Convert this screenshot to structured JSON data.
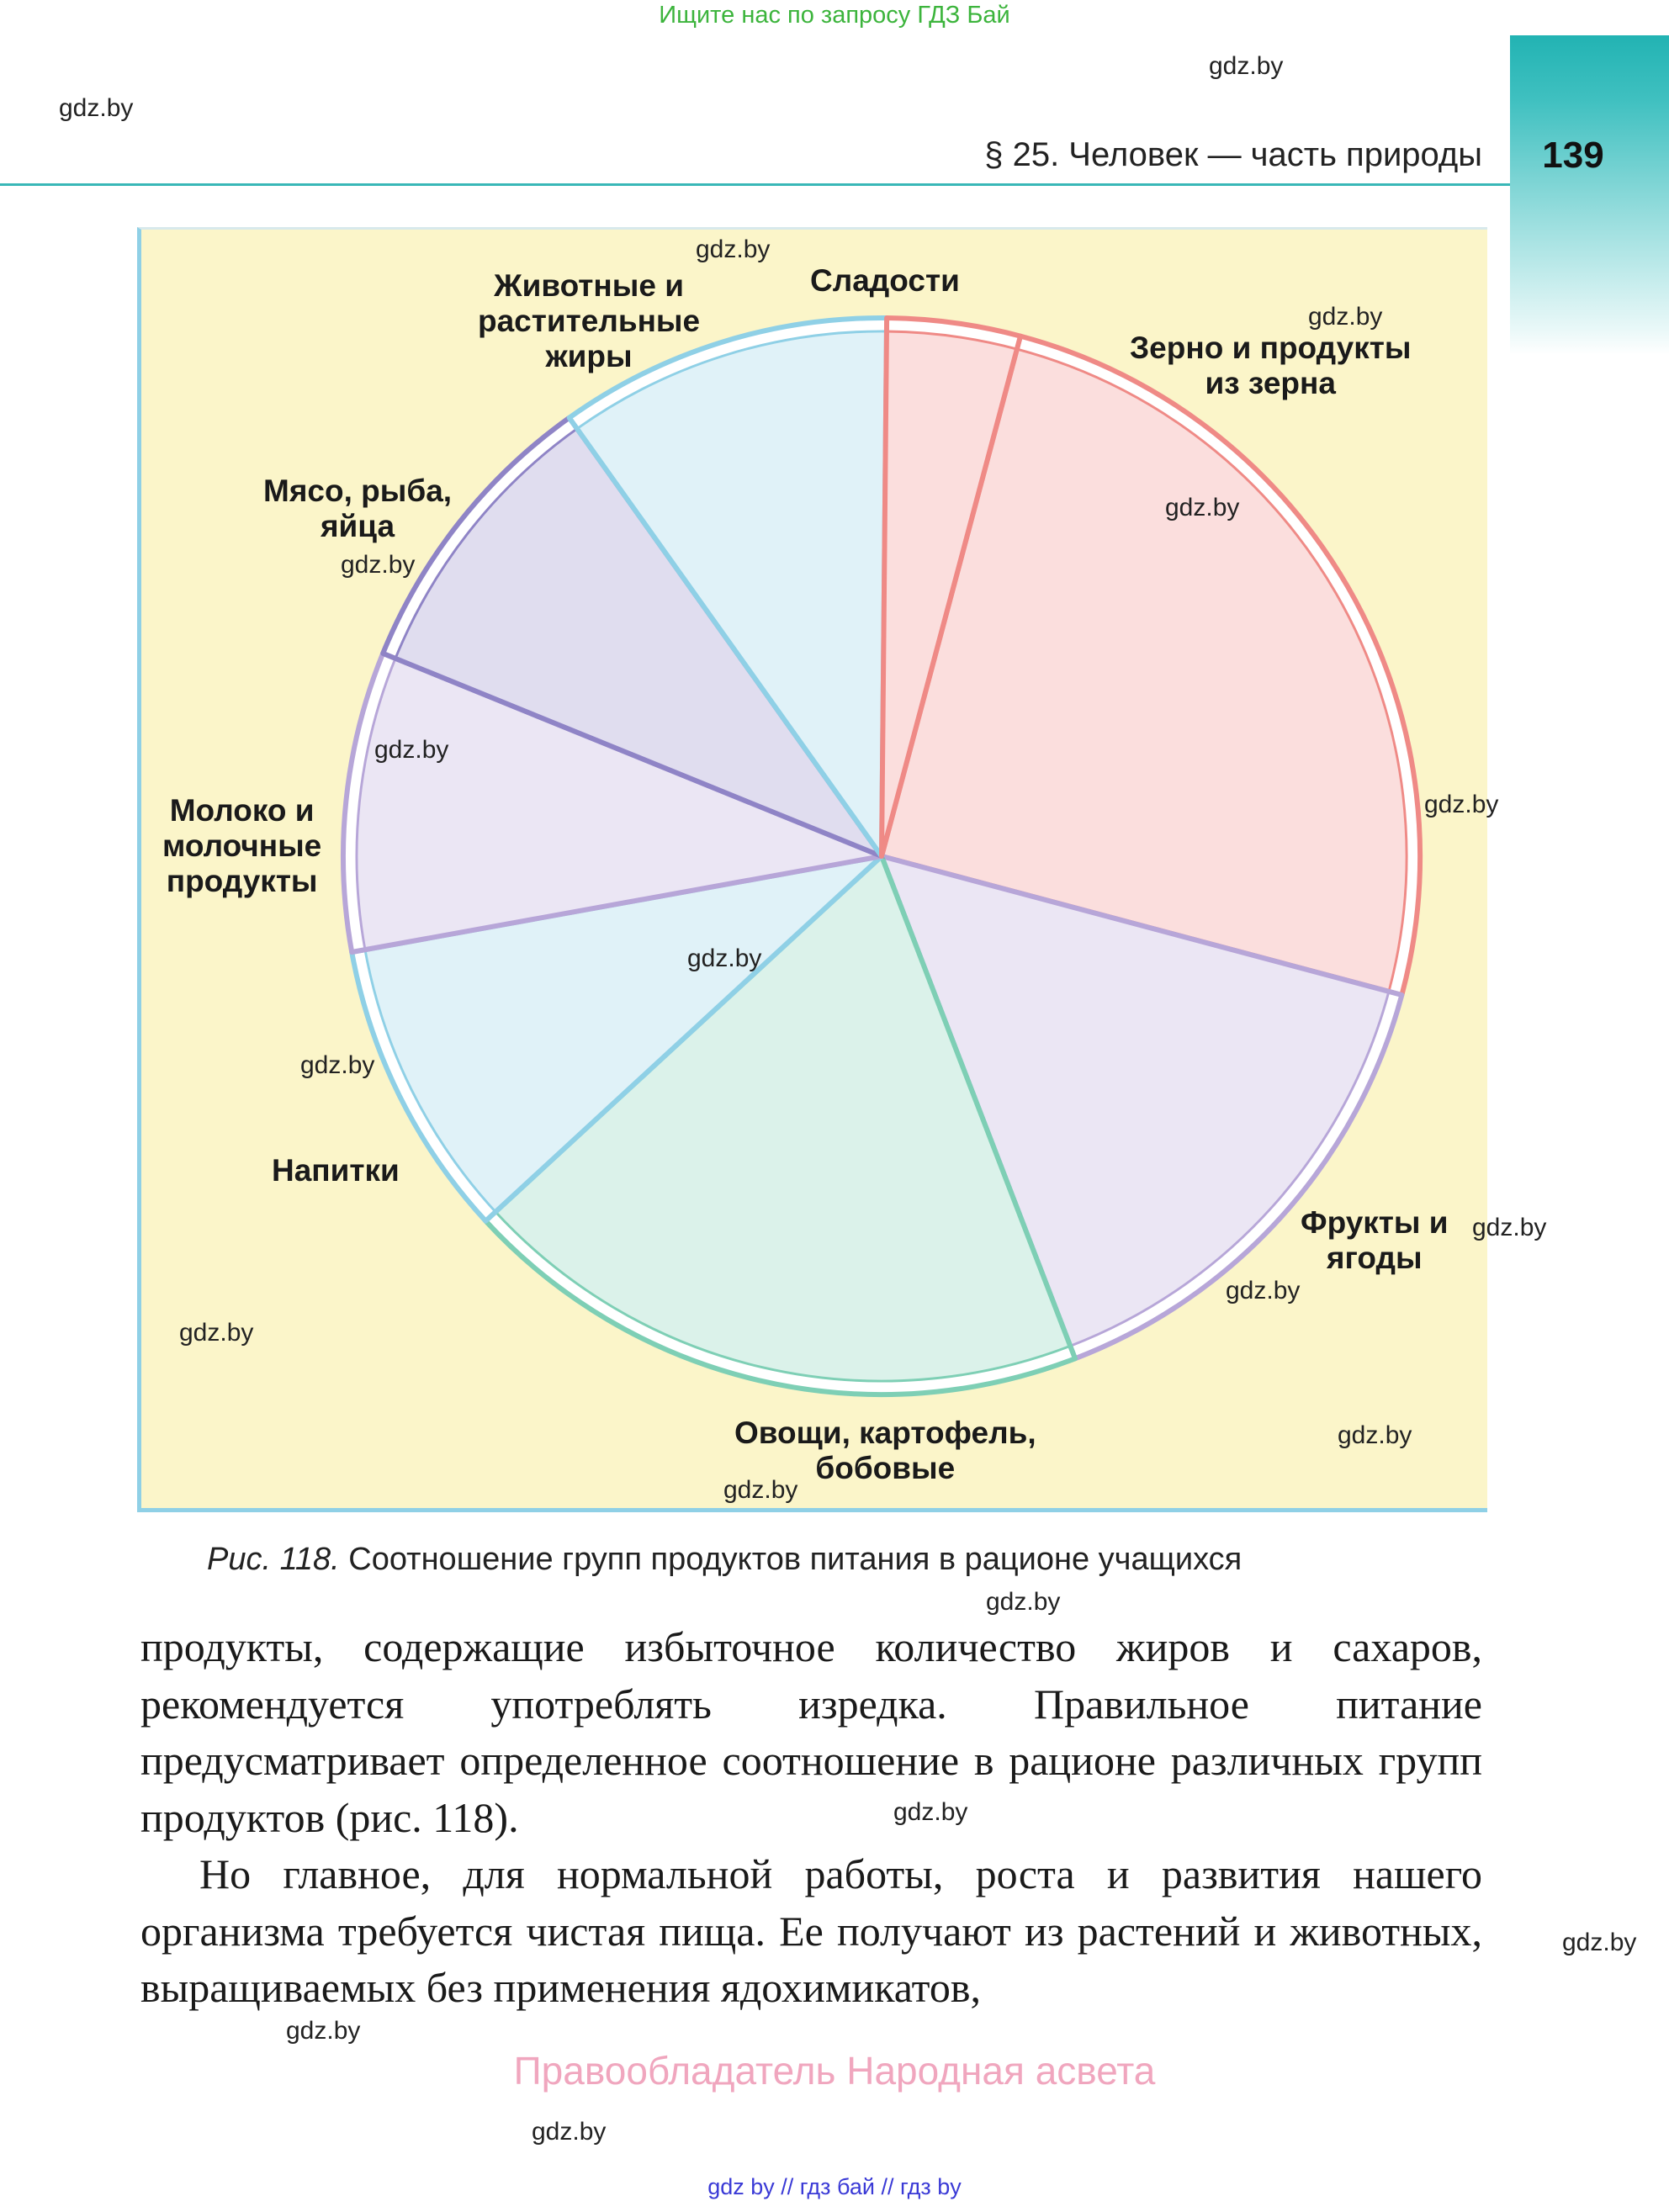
{
  "top_notice": "Ищите нас по запросу ГДЗ Бай",
  "header": {
    "running_head": "§ 25. Человек — часть природы",
    "page_number": "139"
  },
  "figure": {
    "segments": [
      {
        "id": "grain",
        "label": "Зерно и продукты\nиз зерна",
        "share": 0.25,
        "color": "#ef8a86"
      },
      {
        "id": "fruits",
        "label": "Фрукты и\nягоды",
        "share": 0.15,
        "color": "#b7a6d8"
      },
      {
        "id": "vegetables",
        "label": "Овощи, картофель,\nбобовые",
        "share": 0.19,
        "color": "#7ecfb5"
      },
      {
        "id": "drinks",
        "label": "Напитки",
        "share": 0.09,
        "color": "#8fd0e6"
      },
      {
        "id": "dairy",
        "label": "Молоко и\nмолочные\nпродукты",
        "share": 0.09,
        "color": "#b7a6d8"
      },
      {
        "id": "meat",
        "label": "Мясо, рыба,\nяйца",
        "share": 0.09,
        "color": "#8f84c6"
      },
      {
        "id": "fats",
        "label": "Животные и\nрастительные\nжиры",
        "share": 0.1,
        "color": "#8fd0e6"
      },
      {
        "id": "sweets",
        "label": "Сладости",
        "share": 0.04,
        "color": "#ef8a86"
      }
    ],
    "caption_number": "Рис. 118.",
    "caption_text": " Соотношение групп продуктов питания в рационе учащихся"
  },
  "body": {
    "paragraph1": "продукты, содержащие избыточное количество жиров и сахаров, рекомендуется употреблять изредка. Правильное питание предусматривает определенное соотношение в рационе различных групп продуктов (рис. 118).",
    "paragraph2": "Но главное, для нормальной работы, роста и развития нашего организма требуется чистая пища. Ее получают из растений и животных, выращиваемых без применения ядохимикатов,"
  },
  "watermark": "gdz.by",
  "rights_notice": "Правообладатель Народная асвета",
  "footer_links": "gdz by  //  гдз бай  //  гдз by"
}
